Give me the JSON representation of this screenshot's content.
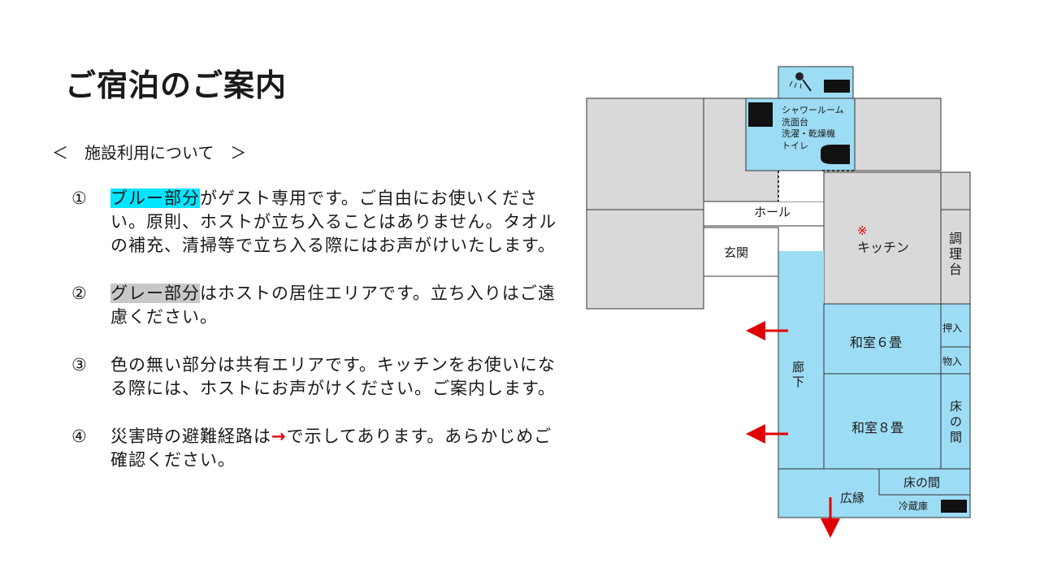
{
  "title": "ご宿泊のご案内",
  "section_heading": "＜　施設利用について　＞",
  "items": [
    {
      "number": "①",
      "highlight": "ブルー部分",
      "text": "がゲスト専用です。ご自由にお使いください。原則、ホストが立ち入ることはありません。タオルの補充、清掃等で立ち入る際にはお声がけいたします。"
    },
    {
      "number": "②",
      "highlight": "グレー部分",
      "text": "はホストの居住エリアです。立ち入りはご遠慮ください。"
    },
    {
      "number": "③",
      "text": "色の無い部分は共有エリアです。キッチンをお使いになる際には、ホストにお声がけください。ご案内します。"
    },
    {
      "number": "④",
      "text_before": "災害時の避難経路は",
      "arrow": "→",
      "text_after": "で示してあります。あらかじめご確認ください。"
    }
  ],
  "floor_plan": {
    "colors": {
      "guest": "#9ddcf5",
      "host": "#d9d9d9",
      "shared": "#ffffff",
      "exit_arrow": "#e00000",
      "equipment": "#111111"
    },
    "labels": {
      "bath": [
        "シャワールーム",
        "洗面台",
        "洗濯・乾燥機",
        "トイレ"
      ],
      "hall": "ホール",
      "entrance": "玄関",
      "kitchen_mark": "※",
      "kitchen": "キッチン",
      "counter": [
        "調",
        "理",
        "台"
      ],
      "corridor": [
        "廊",
        "下"
      ],
      "washitsu6": "和室６畳",
      "oshiire": [
        "押入",
        "物入"
      ],
      "washitsu8": "和室８畳",
      "tokonoma_v": [
        "床",
        "の",
        "間"
      ],
      "tokonoma_h": "床の間",
      "hiroen": "広縁",
      "fridge": "冷蔵庫"
    },
    "icons": [
      "shower-icon",
      "toilet-icon",
      "washer-icon",
      "fridge-icon"
    ]
  }
}
